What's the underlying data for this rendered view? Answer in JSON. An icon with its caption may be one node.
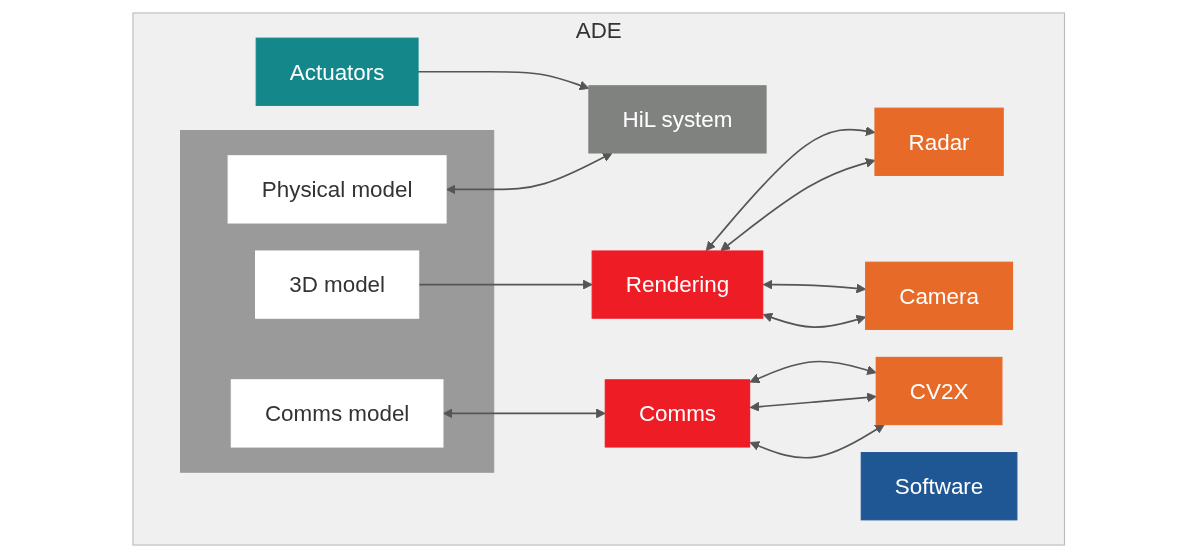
{
  "diagram": {
    "nodes": [
      {
        "text": [
          "ADE"
        ]
      },
      {
        "text": [],
        "shape": "box",
        "in": 0
      },
      {
        "text": [
          "Physical model"
        ],
        "in": 1
      },
      {
        "text": [
          "3D model"
        ],
        "in": 1
      },
      {
        "text": [
          "Comms model"
        ],
        "in": 1
      },
      {
        "text": [
          "HiL system"
        ],
        "in": 0
      },
      {
        "text": [
          "Rendering"
        ],
        "in": 0
      },
      {
        "text": [
          "Comms"
        ],
        "in": 0
      },
      {
        "text": [
          "Radar"
        ],
        "in": 0
      },
      {
        "text": [
          "Camera"
        ],
        "in": 0
      },
      {
        "text": [
          "CV2X"
        ],
        "in": 0
      },
      {
        "text": [
          "Software"
        ],
        "in": 0
      },
      {
        "text": [
          "Actuators"
        ],
        "in": 0
      }
    ],
    "edges": [
      {
        "from": 2,
        "to": 5,
        "arrow": "both"
      },
      {
        "from": 3,
        "to": 6,
        "arrow": "to"
      },
      {
        "from": 4,
        "to": 7,
        "arrow": "both"
      },
      {
        "from": 6,
        "to": 8,
        "arrow": "both"
      },
      {
        "from": 6,
        "to": 8,
        "arrow": "both"
      },
      {
        "from": 6,
        "to": 9,
        "arrow": "both"
      },
      {
        "from": 6,
        "to": 9,
        "arrow": "both"
      },
      {
        "from": 7,
        "to": 10,
        "arrow": "both"
      },
      {
        "from": 7,
        "to": 10,
        "arrow": "both"
      },
      {
        "from": 7,
        "to": 10,
        "arrow": "both"
      },
      {
        "from": 12,
        "to": 5,
        "arrow": "to"
      }
    ]
  }
}
